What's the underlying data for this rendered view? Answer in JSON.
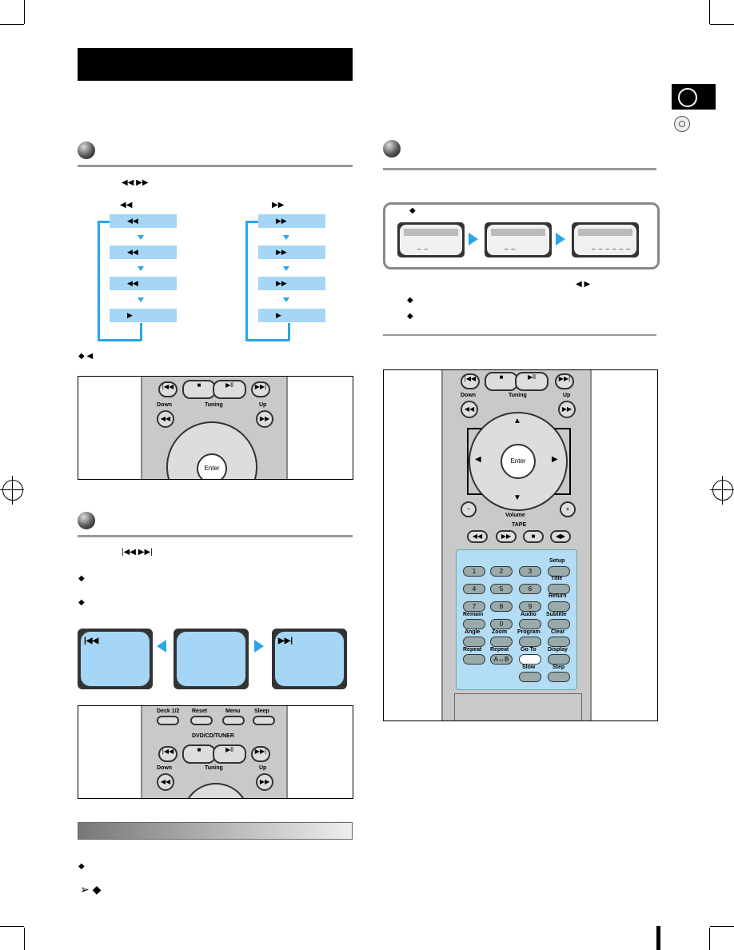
{
  "left": {
    "search": {
      "buttons": "◀◀ ▶▶",
      "rev_label": "◀◀",
      "fwd_label": "▶▶",
      "rev_steps": [
        "◀◀",
        "◀◀",
        "◀◀",
        "▶"
      ],
      "fwd_steps": [
        "▶▶",
        "▶▶",
        "▶▶",
        "▶"
      ],
      "note": "◆ ◀"
    },
    "skip": {
      "buttons": "|◀◀ ▶▶|",
      "bullets": [
        "◆",
        "◆"
      ],
      "tv_left": "|◀◀",
      "tv_right": "▶▶|"
    },
    "note_bullets": [
      "◆",
      "➢ ◆"
    ]
  },
  "right": {
    "bullet_top": "◆",
    "arrows": "◀ ▶",
    "bullets": [
      "◆",
      "◆"
    ],
    "mini_dash": [
      "_ _",
      "_ _",
      "_ _ _ _ _ _"
    ]
  },
  "remote_labels": {
    "down": "Down",
    "tuning": "Tuning",
    "up": "Up",
    "enter": "Enter",
    "volume": "Volume",
    "tape": "TAPE",
    "deck": "Deck 1/2",
    "reset": "Reset",
    "menu": "Menu",
    "sleep": "Sleep",
    "dvdcdtuner": "DVD/CD/TUNER",
    "keys": {
      "setup": "Setup",
      "title": "Title",
      "return": "Return",
      "remain": "Remain",
      "audio": "Audio",
      "subtitle": "Subtitle",
      "angle": "Angle",
      "zoom": "Zoom",
      "program": "Program",
      "clear": "Clear",
      "repeat": "Repeat",
      "repeat2": "Repeat",
      "ab": "A↔B",
      "goto": "Go To",
      "display": "Display",
      "slow": "Slow",
      "step": "Step"
    },
    "nums": [
      "1",
      "2",
      "3",
      "4",
      "5",
      "6",
      "7",
      "8",
      "9",
      "0"
    ]
  },
  "colors": {
    "accent": "#2aa6e8",
    "light_blue": "#a6d6f5",
    "header": "#000000"
  }
}
